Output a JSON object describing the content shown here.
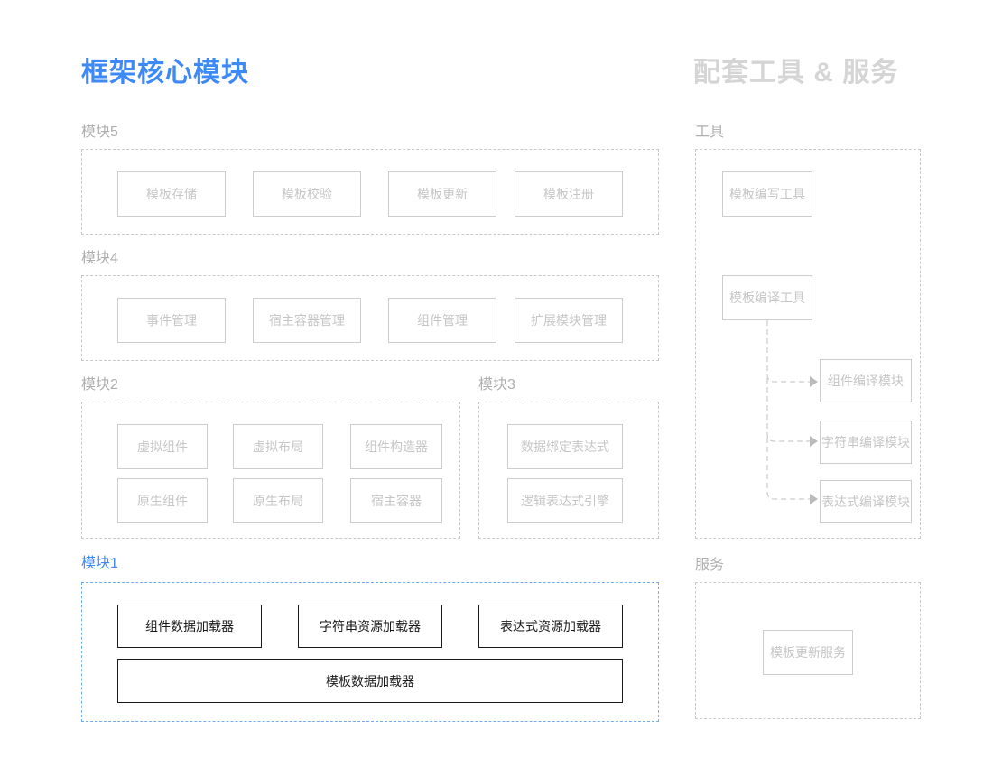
{
  "header": {
    "left_title": "框架核心模块",
    "right_title": "配套工具 & 服务"
  },
  "core": {
    "module5": {
      "label": "模块5",
      "items": [
        "模板存储",
        "模板校验",
        "模板更新",
        "模板注册"
      ]
    },
    "module4": {
      "label": "模块4",
      "items": [
        "事件管理",
        "宿主容器管理",
        "组件管理",
        "扩展模块管理"
      ]
    },
    "module2": {
      "label": "模块2",
      "items": [
        "虚拟组件",
        "虚拟布局",
        "组件构造器",
        "原生组件",
        "原生布局",
        "宿主容器"
      ]
    },
    "module3": {
      "label": "模块3",
      "items": [
        "数据绑定表达式",
        "逻辑表达式引擎"
      ]
    },
    "module1": {
      "label": "模块1",
      "items": [
        "组件数据加载器",
        "字符串资源加载器",
        "表达式资源加载器"
      ],
      "full_width_item": "模板数据加载器"
    }
  },
  "side": {
    "tools": {
      "label": "工具",
      "items": [
        "模板编写工具",
        "模板编译工具"
      ],
      "compile_modules": [
        "组件编译模块",
        "字符串编译模块",
        "表达式编译模块"
      ]
    },
    "services": {
      "label": "服务",
      "items": [
        "模板更新服务"
      ]
    }
  },
  "colors": {
    "accent_blue": "#3D8AF7",
    "blue_dashed_border": "#74ACF0",
    "gray_title": "#D5D5D5",
    "gray_label": "#AEAEAE",
    "gray_border": "#CDCDCD",
    "gray_text": "#C6C6C6",
    "dark": "#1A1A1A"
  }
}
